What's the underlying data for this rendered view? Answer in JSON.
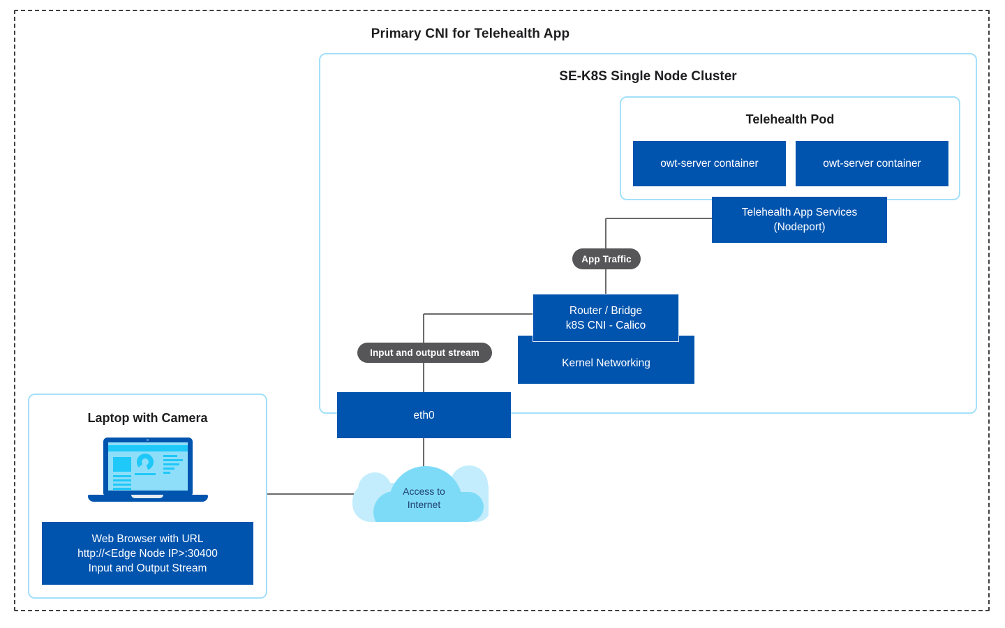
{
  "diagram": {
    "title": "Primary CNI for Telehealth App",
    "cluster": {
      "title": "SE-K8S Single Node Cluster",
      "pod": {
        "title": "Telehealth Pod",
        "containers": [
          "owt-server container",
          "owt-server container"
        ]
      },
      "services": {
        "line1": "Telehealth App Services",
        "line2": "(Nodeport)"
      },
      "router": {
        "line1": "Router / Bridge",
        "line2": "k8S CNI - Calico"
      },
      "kernel_label": "Kernel Networking",
      "eth0_label": "eth0"
    },
    "flow_labels": {
      "app_traffic": "App Traffic",
      "io_stream": "Input and output stream"
    },
    "cloud": {
      "line1": "Access to",
      "line2": "Internet"
    },
    "laptop": {
      "title": "Laptop with Camera",
      "browser": {
        "line1": "Web Browser with URL",
        "line2": "http://<Edge Node IP>:30400",
        "line3": "Input and Output Stream"
      }
    },
    "colors": {
      "box_blue": "#0054AE",
      "light_border": "#A3E0FA",
      "pill_gray": "#565658",
      "line_gray": "#6B6B6B",
      "cloud_front": "#7EDBF8",
      "cloud_back": "#C3EDFC",
      "cloud_text": "#1D3E6E",
      "screen_cyan": "#1EC8F8",
      "screen_bg": "#8EDEF9",
      "text_dark": "#1E1E20"
    }
  }
}
